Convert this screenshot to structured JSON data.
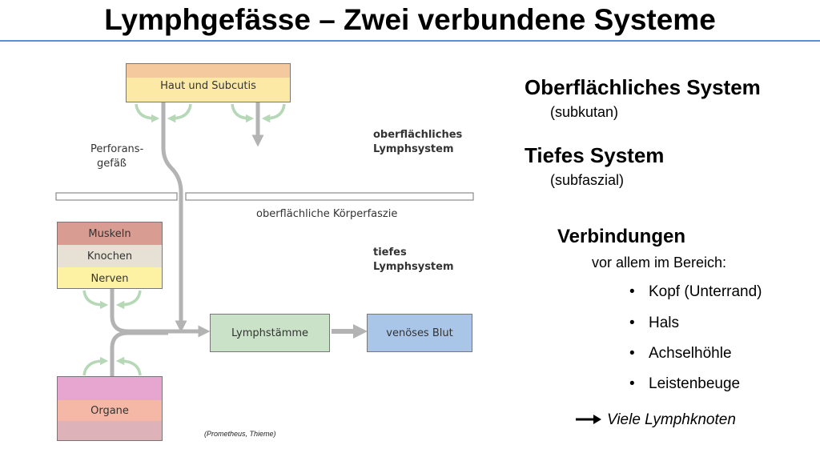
{
  "title": "Lymphgefässe – Zwei verbundene Systeme",
  "diagram": {
    "haut": "Haut und Subcutis",
    "perforans_1": "Perforans-",
    "perforans_2": "gefäß",
    "oberflaechlich_1": "oberflächliches",
    "oberflaechlich_2": "Lymphsystem",
    "faszie": "oberflächliche Körperfaszie",
    "tiefes_1": "tiefes",
    "tiefes_2": "Lymphsystem",
    "muskeln": "Muskeln",
    "knochen": "Knochen",
    "nerven": "Nerven",
    "lymphstaemme": "Lymphstämme",
    "venoeses_blut": "venöses Blut",
    "organe": "Organe",
    "source": "(Prometheus, Thieme)"
  },
  "right": {
    "oberflaechlich_title": "Oberflächliches System",
    "oberflaechlich_sub": "(subkutan)",
    "tief_title": "Tiefes System",
    "tief_sub": "(subfaszial)",
    "verbindungen_title": "Verbindungen",
    "verbindungen_sub": "vor allem im Bereich:",
    "bullets": [
      "Kopf (Unterrand)",
      "Hals",
      "Achselhöhle",
      "Leistenbeuge"
    ],
    "conclusion": "Viele Lymphknoten"
  },
  "colors": {
    "title_rule": "#5b8fd0",
    "haut_top": "#f3c99d",
    "haut_bottom": "#fde9a6",
    "muskeln": "#d99c92",
    "knochen": "#e7e1d5",
    "nerven": "#fdf2a4",
    "lymphstaemme": "#c9e2c8",
    "venoeses_blut": "#a9c5e8",
    "organe_top": "#e6a6cf",
    "organe_mid": "#f5b7a6",
    "organe_bottom": "#ddb2b8",
    "vessel": "#b3b3b3",
    "small_arrow": "#b6d8b6"
  }
}
